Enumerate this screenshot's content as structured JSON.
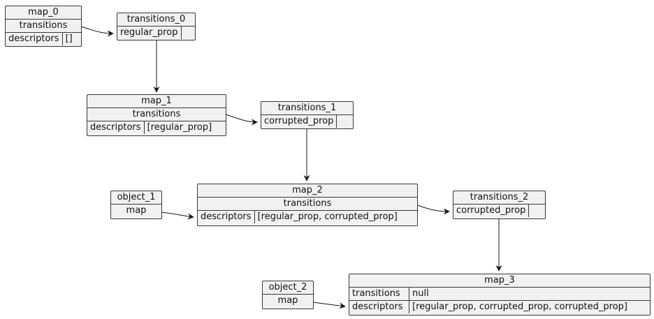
{
  "nodes": {
    "map_0": {
      "title": "map_0",
      "transitions_label": "transitions",
      "descriptors_key": "descriptors",
      "descriptors_val": "[]"
    },
    "transitions_0": {
      "title": "transitions_0",
      "key": "regular_prop",
      "val": ""
    },
    "map_1": {
      "title": "map_1",
      "transitions_label": "transitions",
      "descriptors_key": "descriptors",
      "descriptors_val": "[regular_prop]"
    },
    "transitions_1": {
      "title": "transitions_1",
      "key": "corrupted_prop",
      "val": ""
    },
    "object_1": {
      "title": "object_1",
      "map_label": "map"
    },
    "map_2": {
      "title": "map_2",
      "transitions_label": "transitions",
      "descriptors_key": "descriptors",
      "descriptors_val": "[regular_prop, corrupted_prop]"
    },
    "transitions_2": {
      "title": "transitions_2",
      "key": "corrupted_prop",
      "val": ""
    },
    "object_2": {
      "title": "object_2",
      "map_label": "map"
    },
    "map_3": {
      "title": "map_3",
      "transitions_key": "transitions",
      "transitions_val": "null",
      "descriptors_key": "descriptors",
      "descriptors_val": "[regular_prop, corrupted_prop, corrupted_prop]"
    }
  },
  "edges": [
    {
      "from": "map_0",
      "to": "transitions_0"
    },
    {
      "from": "transitions_0",
      "to": "map_1"
    },
    {
      "from": "map_1",
      "to": "transitions_1"
    },
    {
      "from": "transitions_1",
      "to": "map_2"
    },
    {
      "from": "object_1",
      "to": "map_2"
    },
    {
      "from": "map_2",
      "to": "transitions_2"
    },
    {
      "from": "transitions_2",
      "to": "map_3"
    },
    {
      "from": "object_2",
      "to": "map_3"
    }
  ],
  "colors": {
    "node_fill": "#f1f1f1",
    "stroke": "#383838",
    "edge": "#181818"
  }
}
